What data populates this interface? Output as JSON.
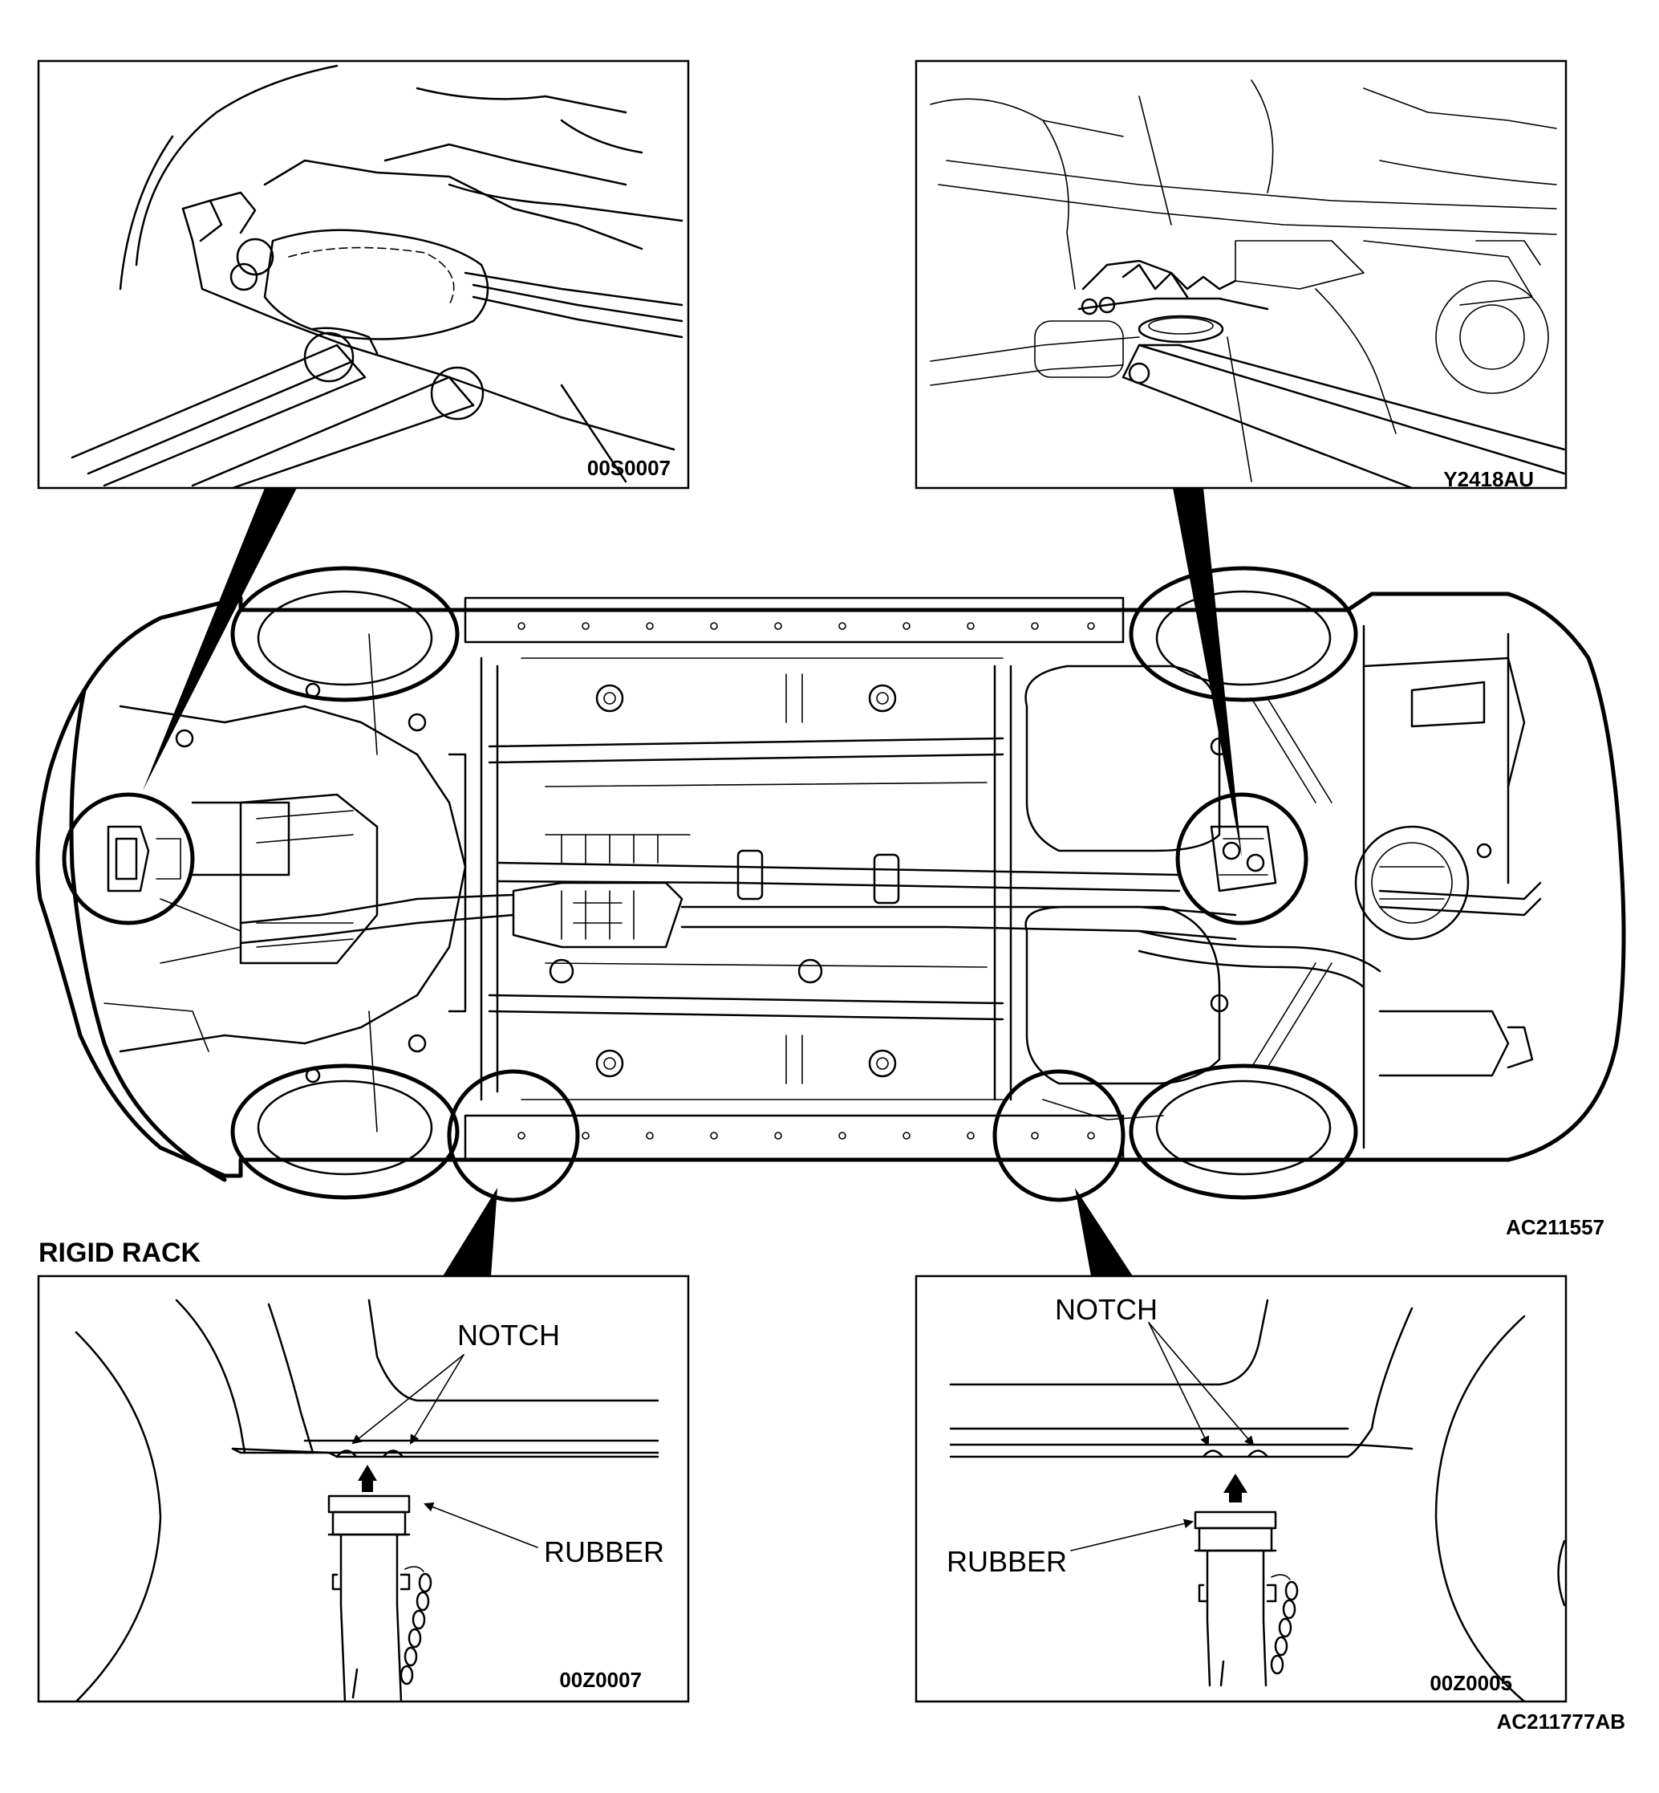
{
  "panels": {
    "top_left": {
      "code": "00S0007"
    },
    "top_right": {
      "code": "Y2418AU"
    },
    "bottom_left": {
      "code": "00Z0007",
      "notch_label": "NOTCH",
      "rubber_label": "RUBBER"
    },
    "bottom_right": {
      "code": "00Z0005",
      "notch_label": "NOTCH",
      "rubber_label": "RUBBER"
    }
  },
  "main_figure": {
    "code": "AC211557"
  },
  "section_heading": "RIGID RACK",
  "document_code": "AC211777AB"
}
